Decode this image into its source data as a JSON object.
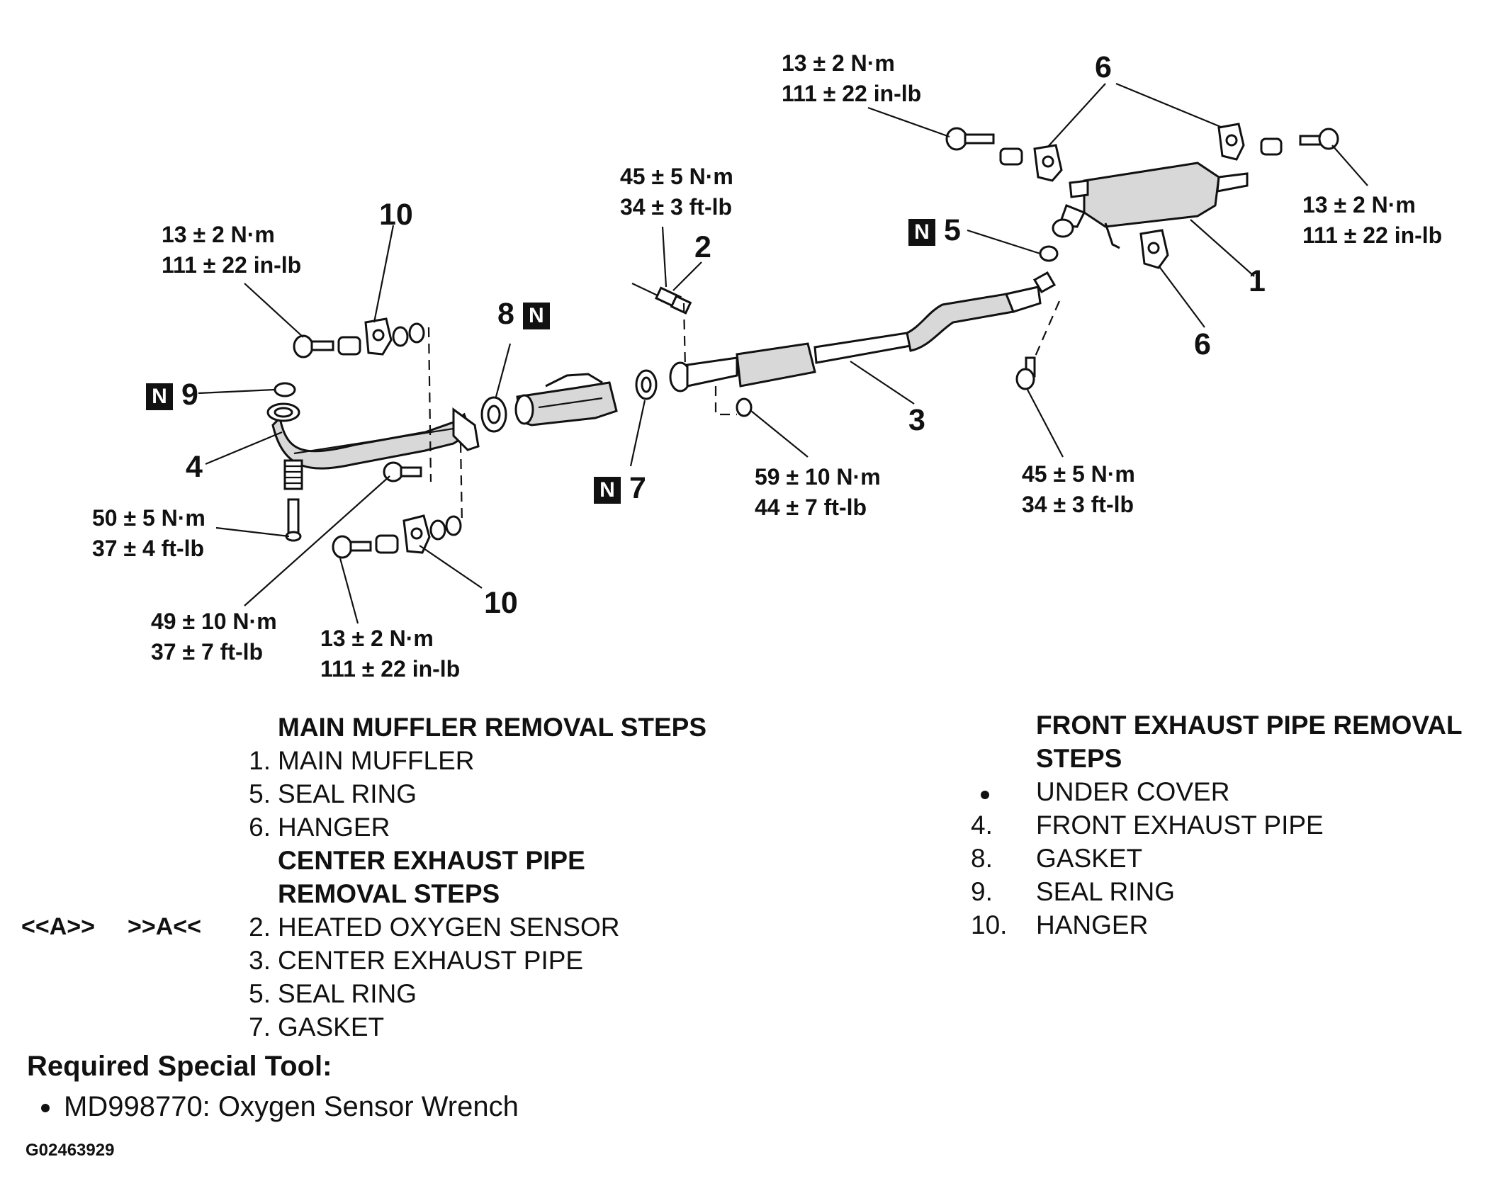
{
  "callouts": {
    "c10_top": "10",
    "c10_bot": "10",
    "c2": "2",
    "c8": "8",
    "c8_tag": "N",
    "c9": "9",
    "c9_tag": "N",
    "c4": "4",
    "c7": "7",
    "c7_tag": "N",
    "c3": "3",
    "c5": "5",
    "c5_tag": "N",
    "c1": "1",
    "c6_top": "6",
    "c6_bot": "6"
  },
  "torques": {
    "t_front_hanger_top": [
      "13 ± 2 N·m",
      "111 ± 22 in-lb"
    ],
    "t_front_hanger_bot": [
      "13 ± 2 N·m",
      "111 ± 22 in-lb"
    ],
    "t_stud": [
      "50 ± 5 N·m",
      "37 ± 4 ft-lb"
    ],
    "t_flange_bolt": [
      "49 ± 10 N·m",
      "37 ± 7 ft-lb"
    ],
    "t_sensor": [
      "45 ± 5 N·m",
      "34 ± 3 ft-lb"
    ],
    "t_center_nut": [
      "59 ± 10 N·m",
      "44 ± 7 ft-lb"
    ],
    "t_rear_flange": [
      "45 ± 5 N·m",
      "34 ± 3 ft-lb"
    ],
    "t_muffler_hanger_left": [
      "13 ± 2 N·m",
      "111 ± 22 in-lb"
    ],
    "t_muffler_hanger_right": [
      "13 ± 2 N·m",
      "111 ± 22 in-lb"
    ]
  },
  "main_muffler": {
    "header": "MAIN MUFFLER REMOVAL STEPS",
    "steps": [
      {
        "num": "1.",
        "text": "MAIN MUFFLER"
      },
      {
        "num": "5.",
        "text": "SEAL RING"
      },
      {
        "num": "6.",
        "text": "HANGER"
      }
    ]
  },
  "center_pipe": {
    "header_line1": "CENTER EXHAUST PIPE",
    "header_line2": "REMOVAL STEPS",
    "code_removal": "<<A>>",
    "code_install": ">>A<<",
    "steps": [
      {
        "num": "2.",
        "text": "HEATED OXYGEN SENSOR"
      },
      {
        "num": "3.",
        "text": "CENTER EXHAUST PIPE"
      },
      {
        "num": "5.",
        "text": "SEAL RING"
      },
      {
        "num": "7.",
        "text": "GASKET"
      }
    ]
  },
  "front_pipe": {
    "header_line1": "FRONT EXHAUST PIPE REMOVAL",
    "header_line2": "STEPS",
    "bullet_item": "UNDER COVER",
    "steps": [
      {
        "num": "4.",
        "text": "FRONT EXHAUST PIPE"
      },
      {
        "num": "8.",
        "text": "GASKET"
      },
      {
        "num": "9.",
        "text": "SEAL RING"
      },
      {
        "num": "10.",
        "text": "HANGER"
      }
    ]
  },
  "special_tool": {
    "title": "Required Special Tool:",
    "item": "MD998770: Oxygen Sensor Wrench"
  },
  "figure_id": "G02463929"
}
